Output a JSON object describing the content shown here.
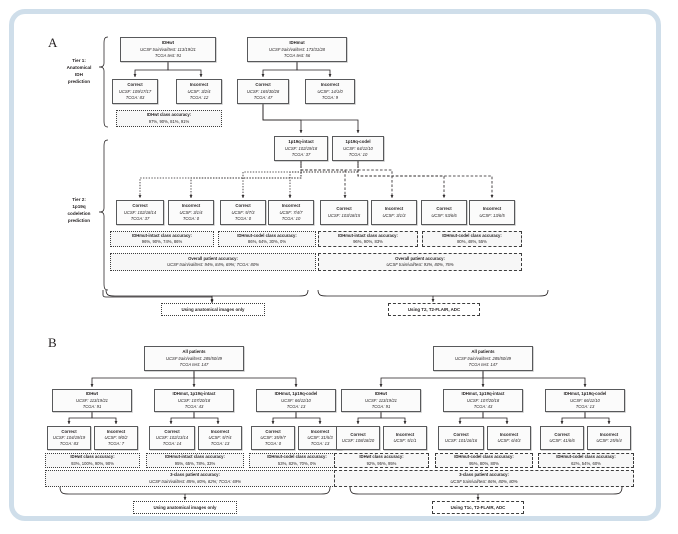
{
  "figure": {
    "frame_color": "#cfdeea",
    "panels": [
      {
        "letter": "A"
      },
      {
        "letter": "B"
      }
    ]
  },
  "panelA": {
    "letter": "A",
    "tier1_label": "Tier 1:\nAnatomical\nIDH\nprediction",
    "tier1_label_lines": [
      "Tier 1:",
      "Anatomical",
      "IDH",
      "prediction"
    ],
    "tier2_label_lines": [
      "Tier 2:",
      "1p19q",
      "codeletion",
      "prediction"
    ],
    "nodes": {
      "idhwt": {
        "title": "IDHwt",
        "line2": "UCSF train/val/test: 113/19/21",
        "line3": "TCGA test: 91"
      },
      "idhwt_correct": {
        "title": "Correct",
        "line2": "UCSF: 109/17/17",
        "line3": "TCGA: 83"
      },
      "idhwt_incorrect": {
        "title": "Incorrect",
        "line2": "UCSF: 3/2/4",
        "line3": "TCGA: 12"
      },
      "idhmut": {
        "title": "IDHmut",
        "line2": "UCSF train/val/test: 173/31/28",
        "line3": "TCGA test: 56"
      },
      "idhmut_correct": {
        "title": "Correct",
        "line2": "UCSF: 165/30/28",
        "line3": "TCGA: 47"
      },
      "idhmut_incorrect": {
        "title": "Incorrect",
        "line2": "UCSF: 14/1/0",
        "line3": "TCGA: 9"
      },
      "intact": {
        "title": "1p19q-intact",
        "line2": "UCSF: 102/19/18",
        "line3": "TCGA: 37"
      },
      "codel": {
        "title": "1p19q-codel",
        "line2": "UCSF: 64/11/10",
        "line3": "TCGA: 10"
      },
      "intact_correct": {
        "title": "Correct",
        "line2": "UCSF: 102/18/14",
        "line3": "TCGA: 37"
      },
      "intact_incorrect": {
        "title": "Incorrect",
        "line2": "UCSF: 3/1/4",
        "line3": "TCGA: 0"
      },
      "codel_correct": {
        "title": "Correct",
        "line2": "UCSF: 5/7/3",
        "line3": "TCGA: 0"
      },
      "codel_incorrect": {
        "title": "Incorrect",
        "line2": "UCSF: 7/4/7",
        "line3": "TCGA: 10"
      },
      "r_intact_correct": {
        "title": "Correct",
        "line2": "UCSF: 103/18/15",
        "line3": ""
      },
      "r_intact_incorrect": {
        "title": "Incorrect",
        "line2": "UCSF: 3/1/3",
        "line3": ""
      },
      "r_codel_correct": {
        "title": "Correct",
        "line2": "UCSF: 53/6/6",
        "line3": ""
      },
      "r_codel_incorrect": {
        "title": "Incorrect",
        "line2": "UCSF: 13/6/5",
        "line3": ""
      }
    },
    "accuracy": {
      "idhwt_class": {
        "title": "IDHwt class accuracy:",
        "values": "97%, 90%, 81%, 91%"
      },
      "intact_class": {
        "title": "IDHmut-intact class accuracy:",
        "values": "96%, 90%, 74%, 86%"
      },
      "codel_class": {
        "title": "IDHmut-codel class accuracy:",
        "values": "86%, 64%, 30%, 0%"
      },
      "overall_left_title": "Overall patient accuracy:",
      "overall_left_values": "UCSF train/val/test: 94%, 84%, 69%; TCGA: 80%",
      "r_intact_class": {
        "title": "IDHmut-intact class accuracy:",
        "values": "96%, 90%, 83%"
      },
      "r_codel_class": {
        "title": "IDHmut-codel class accuracy:",
        "values": "80%, 48%, 55%"
      },
      "overall_right_title": "Overall patient accuracy:",
      "overall_right_values": "UCSF train/val/test: 93%, 80%, 76%"
    },
    "captions": {
      "left": "Using anatomical images only",
      "right": "Using T2, T2-FLAIR, ADC"
    }
  },
  "panelB": {
    "letter": "B",
    "left": {
      "root": {
        "title": "All patients",
        "line2": "UCSF train/val/test: 285/50/49",
        "line3": "TCGA test: 147"
      },
      "branches": [
        {
          "title": "IDHwt",
          "line2": "UCSF: 113/19/21",
          "line3": "TCGA: 91"
        },
        {
          "title": "IDHmut, 1p19q-intact",
          "line2": "UCSF: 107/20/18",
          "line3": "TCGA: 43"
        },
        {
          "title": "IDHmut, 1p19q-codel",
          "line2": "UCSF: 66/11/10",
          "line3": "TCGA: 13"
        }
      ],
      "outcomes": [
        {
          "title": "Correct",
          "line2": "UCSF: 104/19/19",
          "line3": "TCGA: 83"
        },
        {
          "title": "Incorrect",
          "line2": "UCSF: 9/0/2",
          "line3": "TCGA: 7"
        },
        {
          "title": "Correct",
          "line2": "UCSF: 102/13/14",
          "line3": "TCGA: 14"
        },
        {
          "title": "Incorrect",
          "line2": "UCSF: 5/7/4",
          "line3": "TCGA: 13"
        },
        {
          "title": "Correct",
          "line2": "UCSF: 35/9/7",
          "line3": "TCGA: 0"
        },
        {
          "title": "Incorrect",
          "line2": "UCSF: 31/5/3",
          "line3": "TCGA: 13"
        }
      ],
      "class_acc": [
        {
          "title": "IDHwt class accuracy:",
          "values": "93%, 100%, 90%, 90%"
        },
        {
          "title": "IDHmut-intact class accuracy:",
          "values": "95%, 65%, 78%, 33%"
        },
        {
          "title": "IDHmut-codel class accuracy:",
          "values": "53%, 82%, 70%, 0%"
        }
      ],
      "overall_title": "3-class patient accuracy:",
      "overall_values": "UCSF train/val/test: 85%, 80%, 82%; TCGA: 69%",
      "caption": "Using anatomical images only"
    },
    "right": {
      "root": {
        "title": "All patients",
        "line2": "UCSF train/val/test: 285/50/49",
        "line3": "TCGA test: 147"
      },
      "branches": [
        {
          "title": "IDHwt",
          "line2": "UCSF: 113/19/21",
          "line3": "TCGA: 91"
        },
        {
          "title": "IDHmut, 1p19q-intact",
          "line2": "UCSF: 107/20/18",
          "line3": "TCGA: 43"
        },
        {
          "title": "IDHmut, 1p19q-codel",
          "line2": "UCSF: 66/11/10",
          "line3": "TCGA: 13"
        }
      ],
      "outcomes": [
        {
          "title": "Correct",
          "line2": "UCSF: 108/18/20",
          "line3": ""
        },
        {
          "title": "Incorrect",
          "line2": "UCSF: 5/1/1",
          "line3": ""
        },
        {
          "title": "Correct",
          "line2": "UCSF: 101/16/16",
          "line3": ""
        },
        {
          "title": "Incorrect",
          "line2": "UCSF: 6/4/3",
          "line3": ""
        },
        {
          "title": "Correct",
          "line2": "UCSF: 41/6/6",
          "line3": ""
        },
        {
          "title": "Incorrect",
          "line2": "UCSF: 25/5/4",
          "line3": ""
        }
      ],
      "class_acc": [
        {
          "title": "IDHwt class accuracy:",
          "values": "92%, 95%, 95%"
        },
        {
          "title": "IDHmut-codel class accuracy:",
          "values": "95%, 80%, 80%"
        },
        {
          "title": "IDHmut-codel class accuracy:",
          "values": "62%, 54%, 60%"
        }
      ],
      "overall_title": "3-class patient accuracy:",
      "overall_values": "UCSF train/val/test: 86%, 80%, 80%",
      "caption": "Using T1c, T2-FLAIR, ADC"
    }
  }
}
